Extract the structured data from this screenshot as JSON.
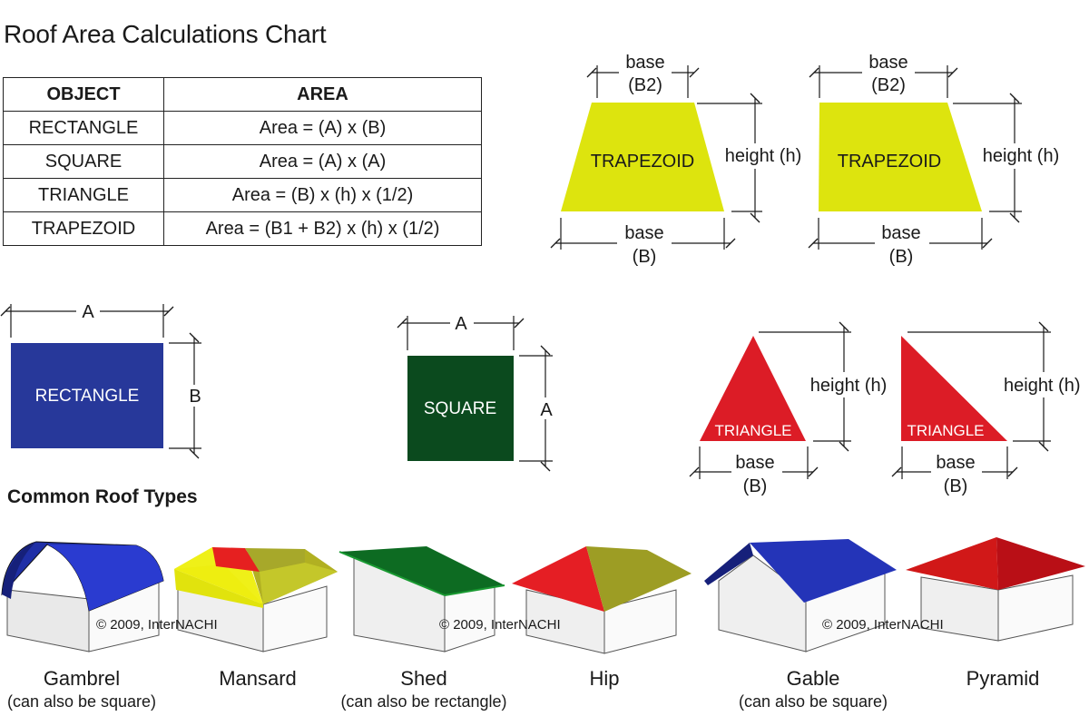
{
  "title": "Roof Area Calculations Chart",
  "table": {
    "headers": [
      "OBJECT",
      "AREA"
    ],
    "rows": [
      {
        "object": "RECTANGLE",
        "area": "Area = (A) x (B)"
      },
      {
        "object": "SQUARE",
        "area": "Area = (A) x (A)"
      },
      {
        "object": "TRIANGLE",
        "area": "Area = (B) x (h) x (1/2)"
      },
      {
        "object": "TRAPEZOID",
        "area": "Area = (B1 + B2) x (h) x (1/2)"
      }
    ]
  },
  "shapes": {
    "trapezoid_label": "TRAPEZOID",
    "rectangle_label": "RECTANGLE",
    "square_label": "SQUARE",
    "triangle_label": "TRIANGLE",
    "dim_base": "base",
    "dim_b2": "(B2)",
    "dim_b": "(B)",
    "dim_height": "height (h)",
    "dim_a": "A",
    "dim_b_side": "B"
  },
  "colors": {
    "trapezoid": "#dde40e",
    "rectangle": "#27389a",
    "square": "#0b4a1e",
    "triangle": "#dc1c26"
  },
  "roof_section": {
    "title": "Common Roof Types",
    "copyright": "© 2009, InterNACHI",
    "roofs": [
      {
        "name": "Gambrel",
        "note": "(can also be square)"
      },
      {
        "name": "Mansard",
        "note": ""
      },
      {
        "name": "Shed",
        "note": "(can also be rectangle)"
      },
      {
        "name": "Hip",
        "note": ""
      },
      {
        "name": "Gable",
        "note": "(can also be square)"
      },
      {
        "name": "Pyramid",
        "note": ""
      }
    ]
  }
}
